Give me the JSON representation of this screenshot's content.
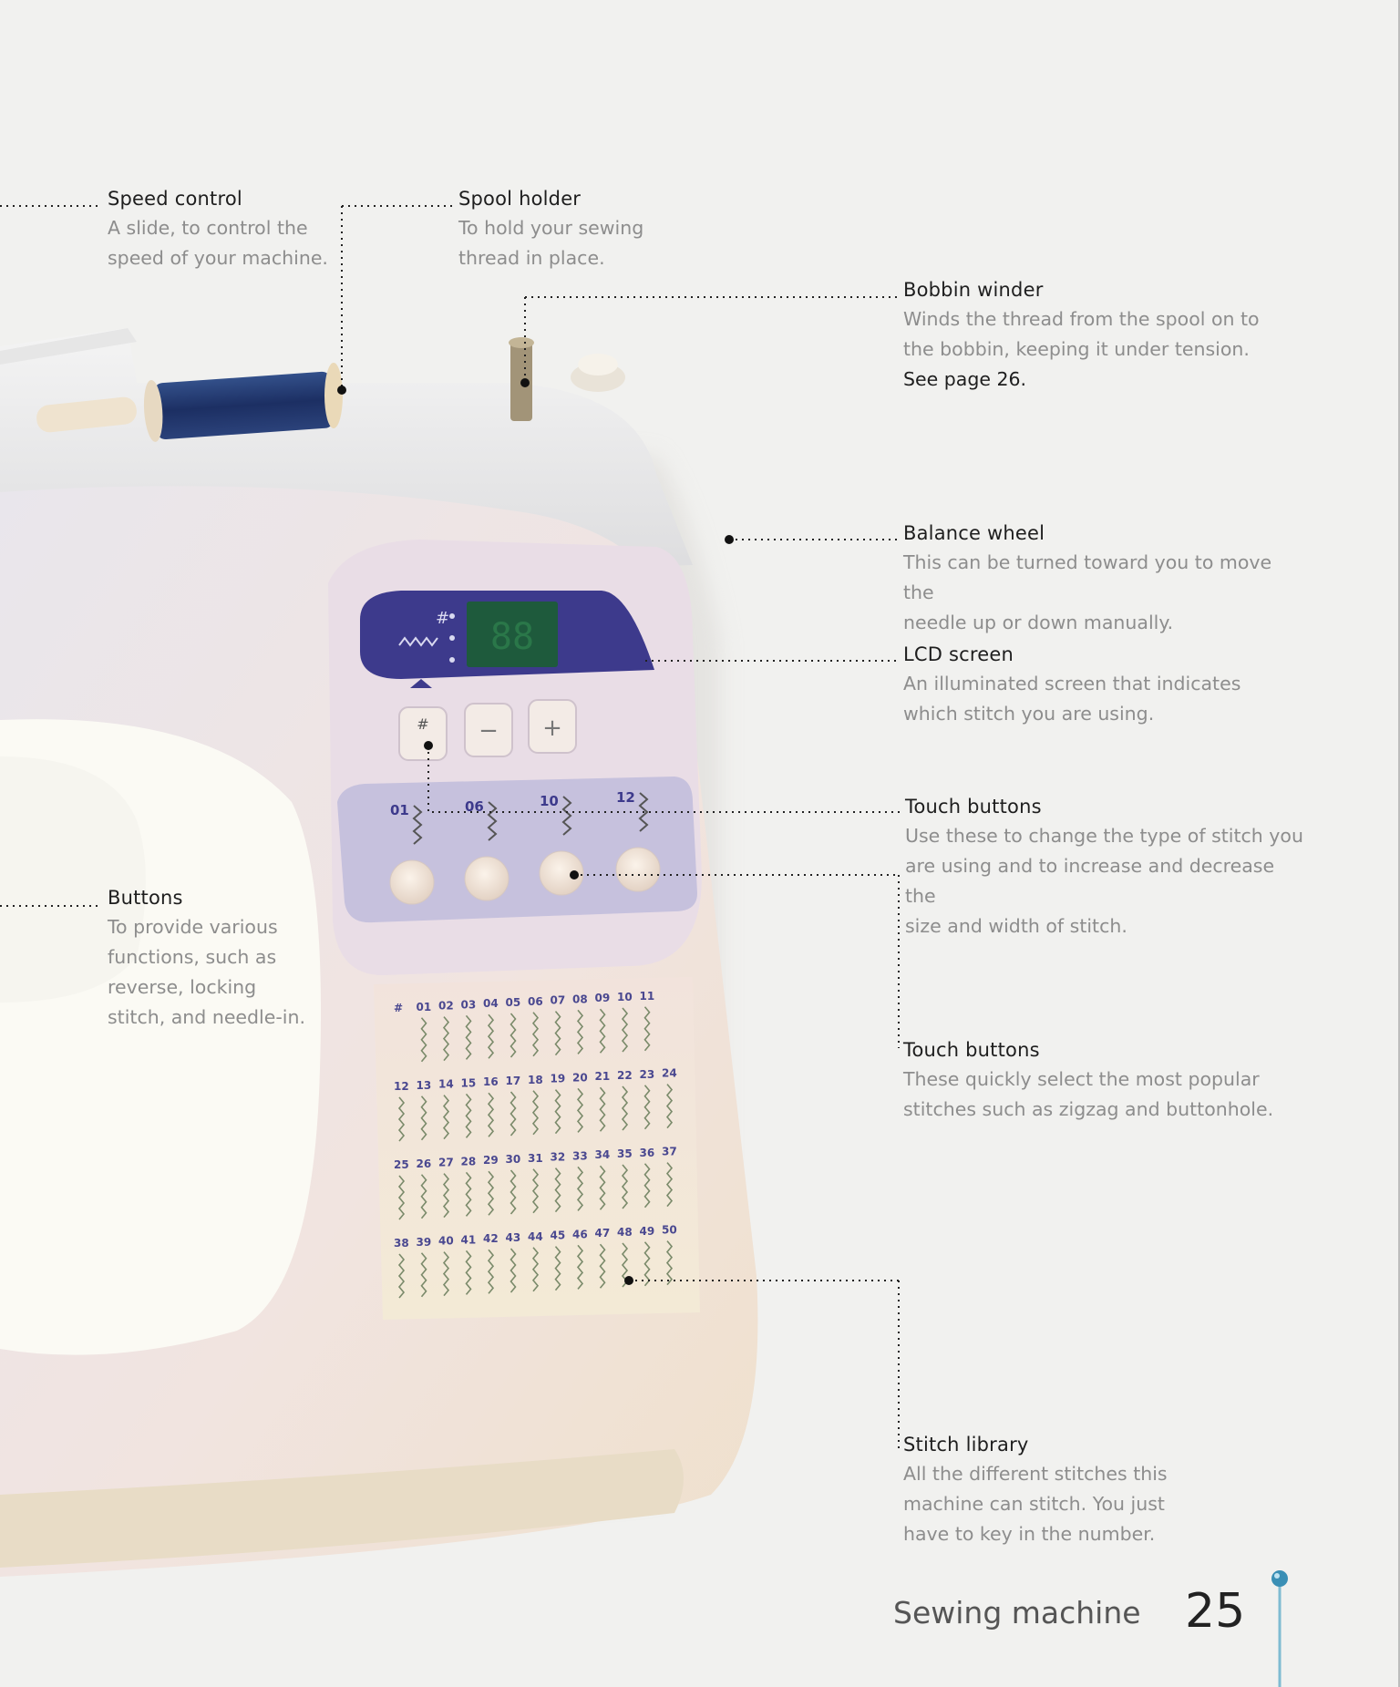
{
  "callouts": [
    {
      "id": "speed-control",
      "title": "Speed control",
      "body": [
        "A slide, to control the",
        "speed of your machine."
      ]
    },
    {
      "id": "spool-holder",
      "title": "Spool holder",
      "body": [
        "To hold your sewing",
        "thread in place."
      ]
    },
    {
      "id": "bobbin-winder",
      "title": "Bobbin winder",
      "body": [
        "Winds the thread from the spool on to",
        "the bobbin, keeping it under tension."
      ],
      "ref": "See page 26."
    },
    {
      "id": "balance-wheel",
      "title": "Balance wheel",
      "body": [
        "This can be turned toward you to move the",
        "needle up or down manually."
      ]
    },
    {
      "id": "lcd-screen",
      "title": "LCD screen",
      "body": [
        "An illuminated screen that indicates",
        "which stitch you are using."
      ]
    },
    {
      "id": "touch-buttons-1",
      "title": "Touch buttons",
      "body": [
        "Use these to change the type of stitch you",
        "are using and to increase and decrease the",
        "size and width of stitch."
      ]
    },
    {
      "id": "buttons",
      "title": "Buttons",
      "body": [
        "To provide various",
        "functions, such as",
        "reverse, locking",
        "stitch, and needle-in."
      ]
    },
    {
      "id": "touch-buttons-2",
      "title": "Touch buttons",
      "body": [
        "These quickly select the most popular",
        "stitches such as zigzag and buttonhole."
      ]
    },
    {
      "id": "stitch-library",
      "title": "Stitch library",
      "body": [
        "All the different stitches this",
        "machine can stitch. You just",
        "have to key in the number."
      ]
    }
  ],
  "machine": {
    "lcd_symbol": "#",
    "button_minus": "−",
    "button_plus": "+",
    "quick_stitches": [
      "01",
      "06",
      "10",
      "12"
    ],
    "stitch_library_rows": [
      [
        "#",
        "01",
        "02",
        "03",
        "04",
        "05",
        "06",
        "07",
        "08",
        "09",
        "10",
        "11"
      ],
      [
        "12",
        "13",
        "14",
        "15",
        "16",
        "17",
        "18",
        "19",
        "20",
        "21",
        "22",
        "23",
        "24"
      ],
      [
        "25",
        "26",
        "27",
        "28",
        "29",
        "30",
        "31",
        "32",
        "33",
        "34",
        "35",
        "36",
        "37"
      ],
      [
        "38",
        "39",
        "40",
        "41",
        "42",
        "43",
        "44",
        "45",
        "46",
        "47",
        "48",
        "49",
        "50"
      ]
    ]
  },
  "footer": {
    "section": "Sewing machine",
    "page_number": "25"
  },
  "colors": {
    "panel_blue": "#3d3a8c",
    "lcd_green": "#1e5a3c",
    "pin_blue": "#3a8fb5",
    "text_dark": "#1e1e1e",
    "text_gray": "#8d8d8d"
  }
}
